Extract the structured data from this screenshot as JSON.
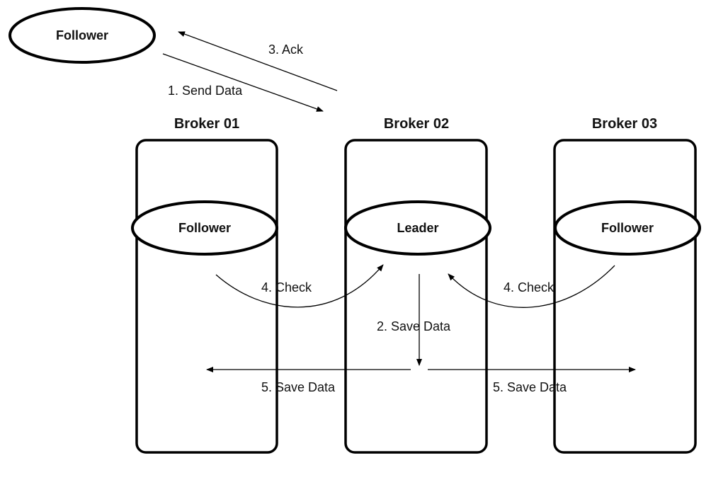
{
  "client": {
    "label": "Follower"
  },
  "brokers": [
    {
      "title": "Broker 01",
      "role": "Follower",
      "role_color": "#111111"
    },
    {
      "title": "Broker 02",
      "role": "Leader",
      "role_color": "#e0262b"
    },
    {
      "title": "Broker 03",
      "role": "Follower",
      "role_color": "#111111"
    }
  ],
  "edges": {
    "send_data": "1. Send Data",
    "save_data_leader": "2. Save Data",
    "ack": "3. Ack",
    "check_left": "4. Check",
    "check_right": "4. Check",
    "save_data_left": "5. Save Data",
    "save_data_right": "5. Save Data"
  }
}
